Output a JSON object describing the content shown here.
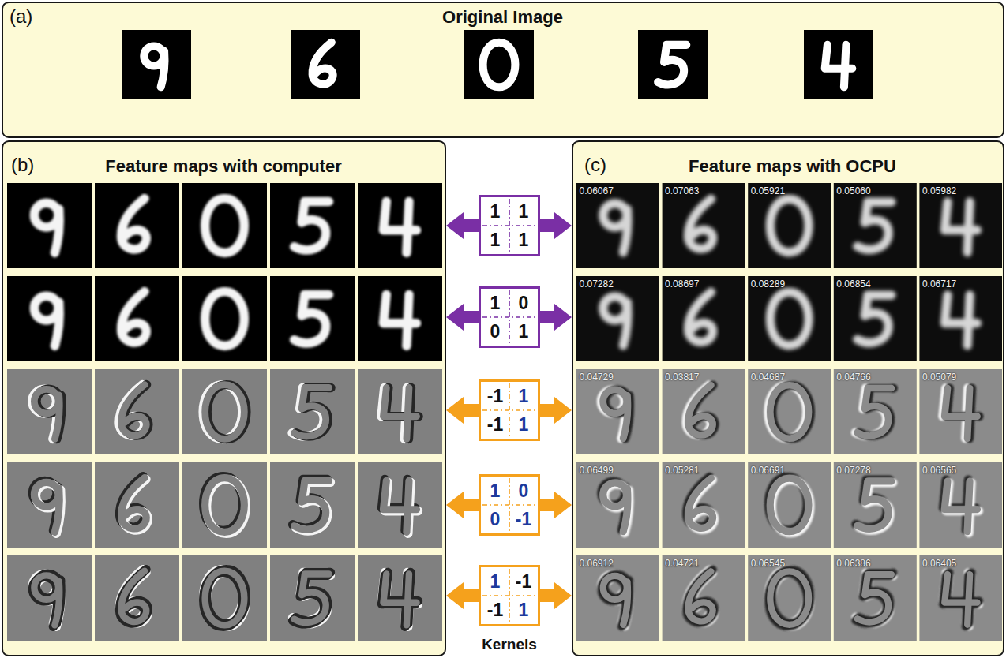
{
  "diagram": {
    "nodes": [
      {
        "text": [
          "(a)",
          "Original Image"
        ]
      },
      {
        "text": [
          "(b)",
          "Feature maps with computer"
        ]
      },
      {
        "text": [
          "(c)",
          "Feature maps with OCPU"
        ]
      },
      {
        "text": [
          "1",
          "1",
          "1",
          "1"
        ]
      },
      {
        "text": [
          "1",
          "0",
          "0",
          "1"
        ]
      },
      {
        "text": [
          "-1",
          "1",
          "-1",
          "1"
        ]
      },
      {
        "text": [
          "1",
          "0",
          "0",
          "-1"
        ]
      },
      {
        "text": [
          "1",
          "-1",
          "-1",
          "1"
        ]
      }
    ],
    "edges": [
      {
        "from": 3,
        "to": 1,
        "arrow": "to"
      },
      {
        "from": 3,
        "to": 2,
        "arrow": "to"
      },
      {
        "from": 4,
        "to": 1,
        "arrow": "to"
      },
      {
        "from": 4,
        "to": 2,
        "arrow": "to"
      },
      {
        "from": 5,
        "to": 1,
        "arrow": "to"
      },
      {
        "from": 5,
        "to": 2,
        "arrow": "to"
      },
      {
        "from": 6,
        "to": 1,
        "arrow": "to"
      },
      {
        "from": 6,
        "to": 2,
        "arrow": "to"
      },
      {
        "from": 7,
        "to": 1,
        "arrow": "to"
      },
      {
        "from": 7,
        "to": 2,
        "arrow": "to"
      }
    ],
    "labels": [
      "0.06067",
      "0.07063",
      "0.05921",
      "0.05060",
      "0.05982",
      "0.07282",
      "0.08697",
      "0.08289",
      "0.06854",
      "0.06717",
      "0.04729",
      "0.03817",
      "0.04687",
      "0.04766",
      "0.05079",
      "0.06499",
      "0.05281",
      "0.06691",
      "0.07278",
      "0.06565",
      "0.06912",
      "0.04721",
      "0.06545",
      "0.06386",
      "0.06405",
      "Kernels"
    ]
  }
}
